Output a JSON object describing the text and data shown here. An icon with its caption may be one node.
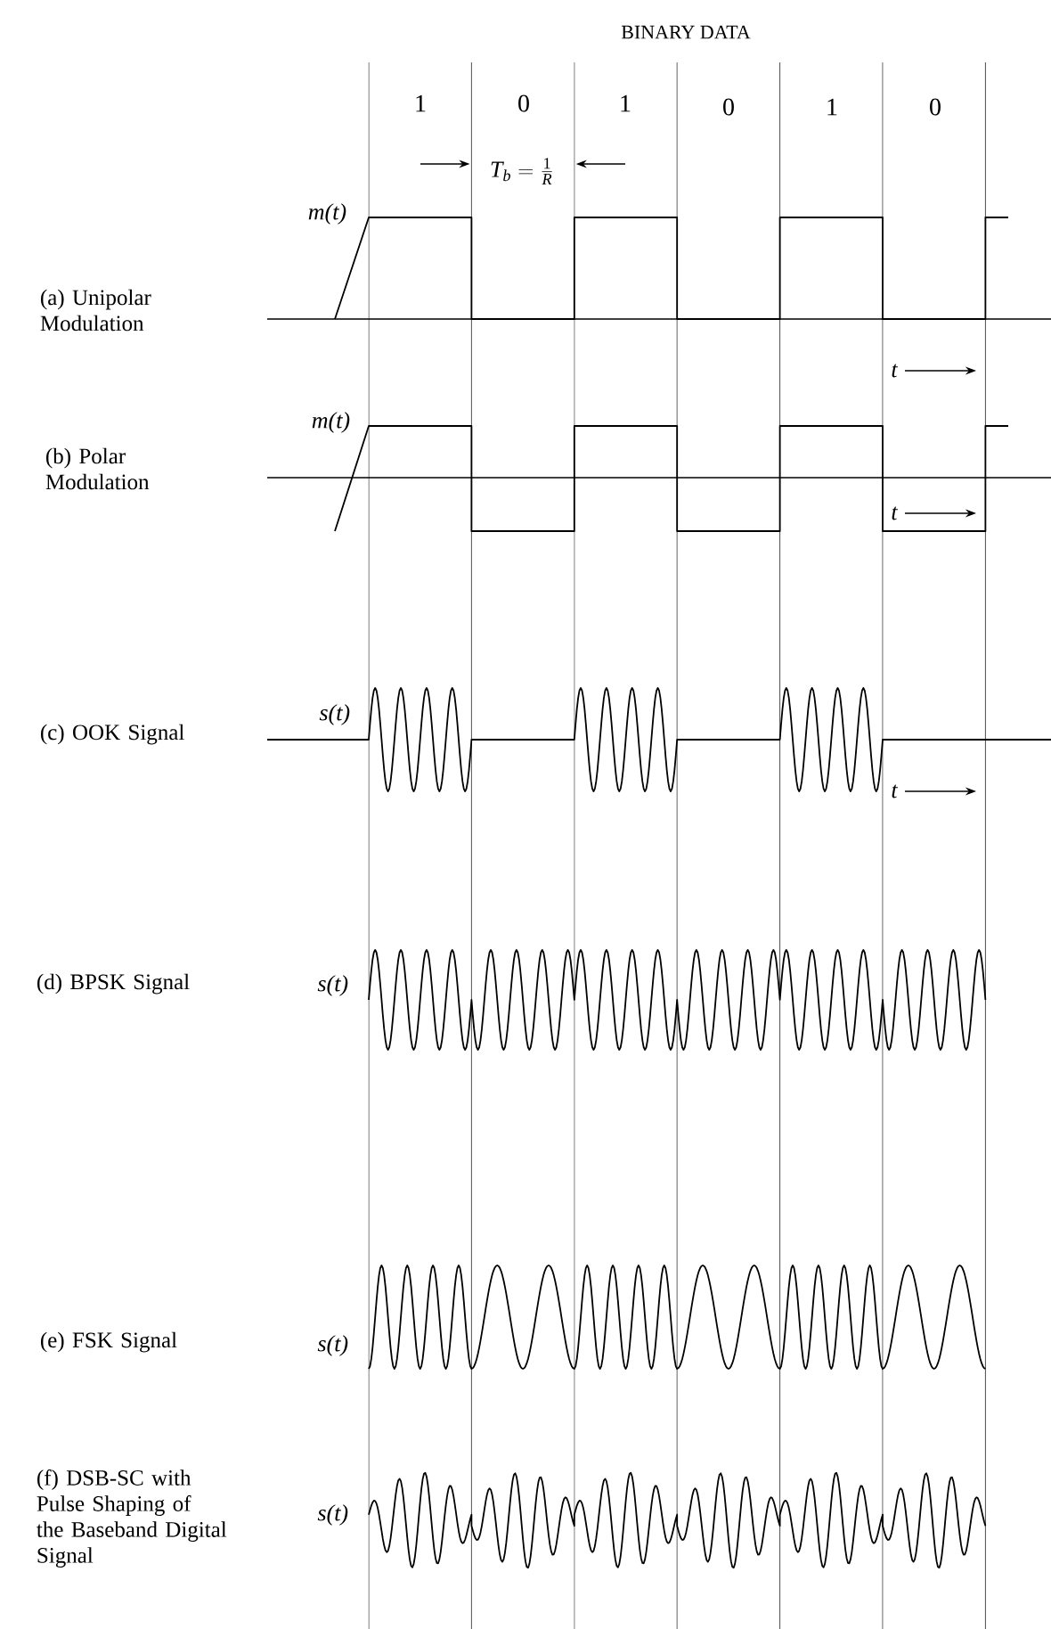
{
  "diagram": {
    "title": "BINARY DATA",
    "labels": [
      "1",
      "0",
      "1",
      "0",
      "1",
      "0",
      "T_b=\\frac{1}{R}",
      "m(t)",
      "(a) Unipolar Modulation",
      "t",
      "m(t)",
      "(b) Polar Modulation",
      "t",
      "s(t)",
      "(c) OOK Signal",
      "t",
      "(d) BPSK Signal",
      "s(t)",
      "(e) FSK Signal",
      "s(t)",
      "(f) DSB-SC with Pulse Shaping of the Baseband Digital Signal",
      "s(t)"
    ]
  }
}
